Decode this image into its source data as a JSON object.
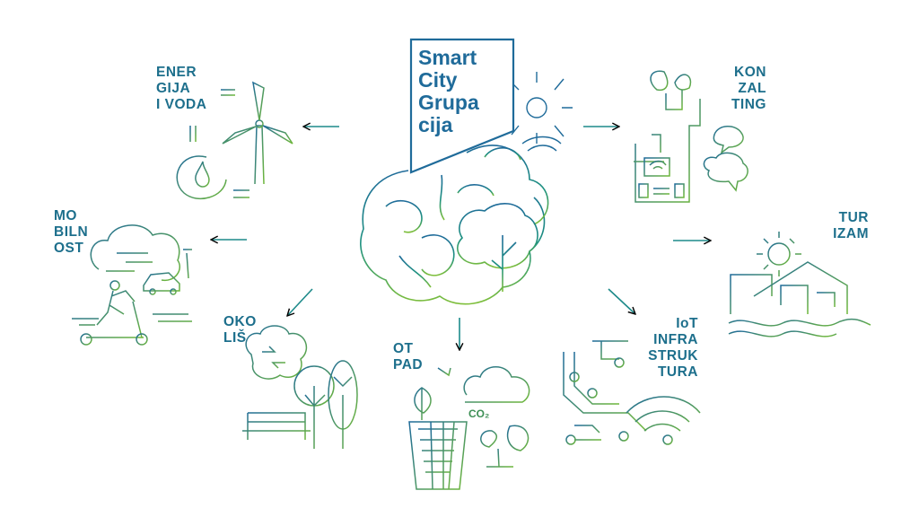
{
  "title": {
    "lines": [
      "Smart",
      "City",
      "Grupa",
      "cija"
    ]
  },
  "sections": {
    "energija": {
      "lines": [
        "ENER",
        "GIJA",
        "I VODA"
      ]
    },
    "mobilnost": {
      "lines": [
        "MO",
        "BILN",
        "OST"
      ]
    },
    "okolis": {
      "lines": [
        "OKO",
        "LIŠ"
      ]
    },
    "otpad": {
      "lines": [
        "OT",
        "PAD"
      ],
      "co2_label": "CO₂"
    },
    "iot": {
      "lines": [
        "IoT",
        "INFRA",
        "STRUK",
        "TURA"
      ]
    },
    "turizam": {
      "lines": [
        "TUR",
        "IZAM"
      ]
    },
    "konzalting": {
      "lines": [
        "KON",
        "ZAL",
        "TING"
      ]
    }
  },
  "colors": {
    "primary": "#1f6b9a",
    "teal": "#1d8a8a",
    "green": "#5fae3a"
  }
}
